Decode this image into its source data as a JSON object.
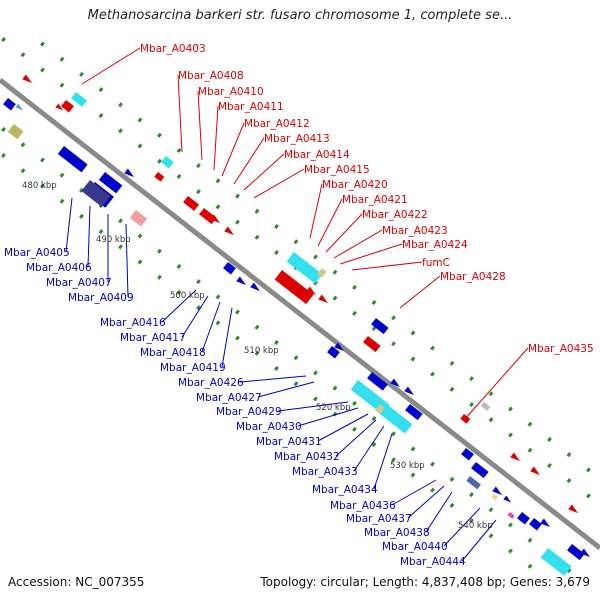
{
  "title": "Methanosarcina barkeri str. fusaro chromosome 1, complete se...",
  "accession": "Accession: NC_007355",
  "stats": "Topology: circular; Length: 4,837,408 bp; Genes: 3,679",
  "colors": {
    "forward_label": "#dd0000",
    "reverse_label": "#0000cc",
    "backbone": "#888888",
    "tick_marks": "#2e8b2e"
  },
  "kbp_ticks": [
    "480 kbp",
    "490 kbp",
    "500 kbp",
    "510 kbp",
    "520 kbp",
    "530 kbp",
    "540 kbp"
  ],
  "forward_genes": [
    "Mbar_A0403",
    "Mbar_A0408",
    "Mbar_A0410",
    "Mbar_A0411",
    "Mbar_A0412",
    "Mbar_A0413",
    "Mbar_A0414",
    "Mbar_A0415",
    "Mbar_A0420",
    "Mbar_A0421",
    "Mbar_A0422",
    "Mbar_A0423",
    "Mbar_A0424",
    "fumC",
    "Mbar_A0428",
    "Mbar_A0435"
  ],
  "reverse_genes": [
    "Mbar_A0405",
    "Mbar_A0406",
    "Mbar_A0407",
    "Mbar_A0409",
    "Mbar_A0416",
    "Mbar_A0417",
    "Mbar_A0418",
    "Mbar_A0419",
    "Mbar_A0426",
    "Mbar_A0427",
    "Mbar_A0429",
    "Mbar_A0430",
    "Mbar_A0431",
    "Mbar_A0432",
    "Mbar_A0433",
    "Mbar_A0434",
    "Mbar_A0436",
    "Mbar_A0437",
    "Mbar_A0438",
    "Mbar_A0440",
    "Mbar_A0444"
  ]
}
